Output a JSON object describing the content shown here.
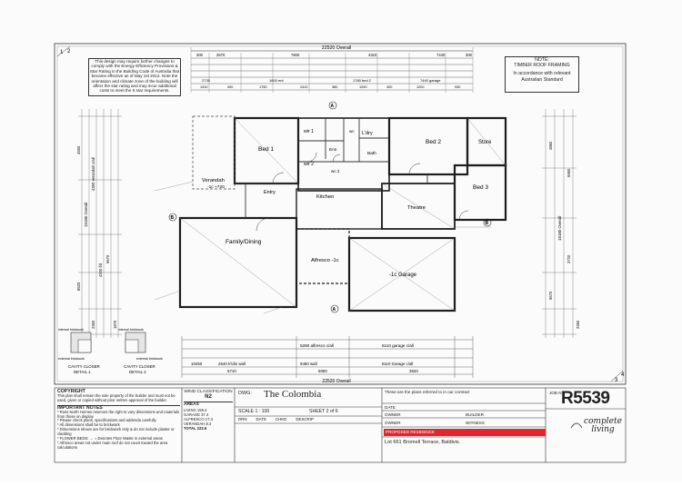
{
  "sheet": {
    "corner_tl_a": "1",
    "corner_tl_b": "2",
    "corner_br_a": "3",
    "corner_br_b": "4",
    "overall_top": "22520 Overall",
    "overall_bottom": "22520 Overall"
  },
  "energy_note": "This design may require further changes to comply with the Energy Efficiency Provisions & Star Rating in the Building Code of Australia that became effective as of May 1st 2012. Note the orientation and climate zone of the building will affect the star rating and may incur additional costs to meet the 6 star requirements.",
  "roof_note": {
    "title": "NOTE:",
    "line1": "TIMBER ROOF FRAMING",
    "line2": "In accordance with relevant Australian Standard"
  },
  "top_dims": {
    "row1": [
      "300",
      "2670",
      "7800",
      "4310",
      "7440",
      "300"
    ],
    "row2": [
      "2735",
      "1800 ent",
      "1780 bed 2",
      "7440 garage"
    ],
    "row3": [
      "1310",
      "400",
      "1750",
      "2410",
      "380",
      "1200",
      "400",
      "1200",
      "930"
    ]
  },
  "side_dims": {
    "left_a": "4550",
    "left_b": "15180 Overall",
    "left_c": "4350 verandah c/all",
    "left_d": "4200 f/d",
    "left_e": "2350",
    "left_f": "5670",
    "left_g": "8520",
    "left_h": "1870",
    "right_a": "4860",
    "right_b": "15180 Overall",
    "right_c": "6950",
    "right_d": "3720",
    "right_e": "5670",
    "right_f": "2350"
  },
  "rooms": {
    "bed1": "Bed 1",
    "bed2": "Bed 2",
    "bed3": "Bed 3",
    "store": "Store",
    "wir1": "wir 1",
    "wir2": "wir 2",
    "ldry": "L'dry",
    "wc": "wc",
    "wc2": "wc 2",
    "bath": "Bath",
    "ens": "Ens",
    "entry": "Entry",
    "kitchen": "Kitchen",
    "theatre": "Theatre",
    "family": "Family/Dining",
    "alfresco": "Alfresco -1c",
    "garage": "-1c Garage",
    "verandah": "Verandah",
    "verandah_lvl": "-1c +720"
  },
  "bottom_dims": {
    "row1": [
      "5280 alfresco c/all",
      "6110 garage c/all"
    ],
    "row2": [
      "10450",
      "2540 k'/din wall",
      "9450 wall",
      "6110 Garage c/all"
    ],
    "row3": [
      "6710",
      "5050",
      "3620"
    ]
  },
  "cavity": {
    "d1_title": "CAVITY CLOSER",
    "d1_sub": "DETAIL 1",
    "d2_title": "CAVITY CLOSER",
    "d2_sub": "DETAIL 2",
    "lbl_internal": "internal brickwork",
    "lbl_external": "external brickwork"
  },
  "copyright": {
    "title": "COPYRIGHT",
    "text": "This plan shall remain the sole property of the builder and must not be used, given or copied without prior written approval of the builder."
  },
  "important_notes": {
    "title": "IMPORTANT NOTES",
    "lines": [
      "* Ross North Homes reserves the right to vary dimensions and materials from those on display",
      "* Please check plans, specifications and addenda carefully",
      "* All dimensions shall be to brickwork",
      "* Dimensions shown are for brickwork only & do not include plaster or cladding",
      "* FLOWER BEDS: ← = Denotes Floor Waste in external areas",
      "* Alfresco areas not under main roof do not count toward the area calculations"
    ]
  },
  "wind": {
    "title": "WIND CLASSIFICATION",
    "value": "N2"
  },
  "areas": {
    "title": "AREAS",
    "rows": [
      [
        "LIVING",
        "159.4"
      ],
      [
        "GARAGE",
        "37.4"
      ],
      [
        "ALFRESCO",
        "17.4"
      ],
      [
        "VERANDAH",
        "8.4"
      ],
      [
        "TOTAL",
        "222.6"
      ]
    ]
  },
  "titleblock": {
    "dwg_label": "DWG:",
    "dwg_name": "The Colombia",
    "scale": "SCALE 1 : 100",
    "sheet_no": "SHEET 2 of 6",
    "plans_ref": "These are the plans referred to in our contract",
    "date_label": "DATE",
    "builder_label": "BUILDER",
    "owner_label": "OWNER",
    "witness_label": "WITNESS",
    "owner2_label": "OWNER",
    "residence_label": "PROPOSED RESIDENCE",
    "address": "Lot 661 Bromell Terrace, Baldivis.",
    "job_label": "JOB N°",
    "job_no": "R5539",
    "brand_line1": "complete",
    "brand_line2": "living",
    "rev_headers": [
      "DRN",
      "DATE",
      "CHKD",
      "DESCRIP"
    ]
  },
  "colors": {
    "redbar": "#e0262f",
    "ink": "#2b2b2b",
    "paper": "#fbfbfb"
  }
}
